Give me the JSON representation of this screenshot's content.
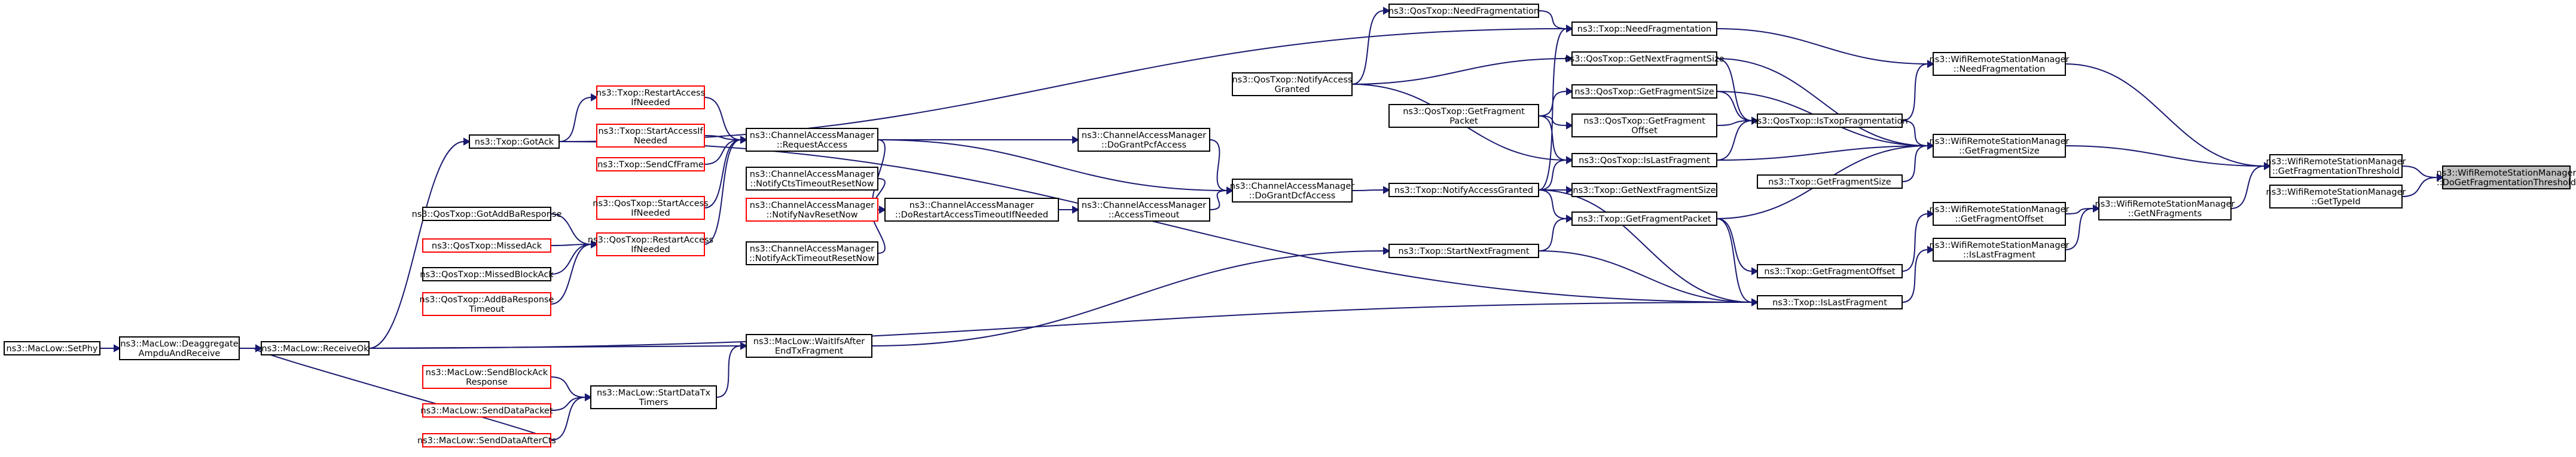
{
  "diagram": {
    "type": "call-graph",
    "focus_node": "n_focus",
    "colors": {
      "edge": "#191970",
      "box_border": "#000000",
      "external_border": "#ff0000",
      "focus_fill": "#bfbfbf",
      "background": "#ffffff"
    },
    "nodes": [
      {
        "id": "n_focus",
        "lines": [
          "ns3::WifiRemoteStationManager",
          "::DoGetFragmentationThreshold"
        ],
        "style": "focus"
      },
      {
        "id": "n_getfragthresh",
        "lines": [
          "ns3::WifiRemoteStationManager",
          "::GetFragmentationThreshold"
        ],
        "style": "normal"
      },
      {
        "id": "n_gettypeid",
        "lines": [
          "ns3::WifiRemoteStationManager",
          "::GetTypeId"
        ],
        "style": "normal"
      },
      {
        "id": "n_wrsm_needfrag",
        "lines": [
          "ns3::WifiRemoteStationManager",
          "::NeedFragmentation"
        ],
        "style": "normal"
      },
      {
        "id": "n_wrsm_getfragsize",
        "lines": [
          "ns3::WifiRemoteStationManager",
          "::GetFragmentSize"
        ],
        "style": "normal"
      },
      {
        "id": "n_wrsm_getfragoffset",
        "lines": [
          "ns3::WifiRemoteStationManager",
          "::GetFragmentOffset"
        ],
        "style": "normal"
      },
      {
        "id": "n_wrsm_getnfrag",
        "lines": [
          "ns3::WifiRemoteStationManager",
          "::GetNFragments"
        ],
        "style": "normal"
      },
      {
        "id": "n_wrsm_islastfrag",
        "lines": [
          "ns3::WifiRemoteStationManager",
          "::IsLastFragment"
        ],
        "style": "normal"
      },
      {
        "id": "n_q_needfrag",
        "lines": [
          "ns3::QosTxop::NeedFragmentation"
        ],
        "style": "normal"
      },
      {
        "id": "n_t_needfrag",
        "lines": [
          "ns3::Txop::NeedFragmentation"
        ],
        "style": "normal"
      },
      {
        "id": "n_q_getnextfragsize",
        "lines": [
          "ns3::QosTxop::GetNextFragmentSize"
        ],
        "style": "normal"
      },
      {
        "id": "n_q_getfragsize",
        "lines": [
          "ns3::QosTxop::GetFragmentSize"
        ],
        "style": "normal"
      },
      {
        "id": "n_q_getfragoffset",
        "lines": [
          "ns3::QosTxop::GetFragment",
          "Offset"
        ],
        "style": "normal"
      },
      {
        "id": "n_q_istxopfrag",
        "lines": [
          "ns3::QosTxop::IsTxopFragmentation"
        ],
        "style": "normal"
      },
      {
        "id": "n_q_islastfrag",
        "lines": [
          "ns3::QosTxop::IsLastFragment"
        ],
        "style": "normal"
      },
      {
        "id": "n_t_getfragsize",
        "lines": [
          "ns3::Txop::GetFragmentSize"
        ],
        "style": "normal"
      },
      {
        "id": "n_t_getnextfragsize",
        "lines": [
          "ns3::Txop::GetNextFragmentSize"
        ],
        "style": "normal"
      },
      {
        "id": "n_t_getfragpacket",
        "lines": [
          "ns3::Txop::GetFragmentPacket"
        ],
        "style": "normal"
      },
      {
        "id": "n_t_getfragoffset",
        "lines": [
          "ns3::Txop::GetFragmentOffset"
        ],
        "style": "normal"
      },
      {
        "id": "n_t_islastfrag",
        "lines": [
          "ns3::Txop::IsLastFragment"
        ],
        "style": "normal"
      },
      {
        "id": "n_q_notifyaccess",
        "lines": [
          "ns3::QosTxop::NotifyAccess",
          "Granted"
        ],
        "style": "normal"
      },
      {
        "id": "n_q_getfragpacket",
        "lines": [
          "ns3::QosTxop::GetFragment",
          "Packet"
        ],
        "style": "normal"
      },
      {
        "id": "n_t_notifyaccess",
        "lines": [
          "ns3::Txop::NotifyAccessGranted"
        ],
        "style": "normal"
      },
      {
        "id": "n_t_startnextfrag",
        "lines": [
          "ns3::Txop::StartNextFragment"
        ],
        "style": "normal"
      },
      {
        "id": "n_cam_dograntpcf",
        "lines": [
          "ns3::ChannelAccessManager",
          "::DoGrantPcfAccess"
        ],
        "style": "normal"
      },
      {
        "id": "n_cam_dograntdcf",
        "lines": [
          "ns3::ChannelAccessManager",
          "::DoGrantDcfAccess"
        ],
        "style": "normal"
      },
      {
        "id": "n_cam_accesstimeout",
        "lines": [
          "ns3::ChannelAccessManager",
          "::AccessTimeout"
        ],
        "style": "normal"
      },
      {
        "id": "n_cam_dorestart",
        "lines": [
          "ns3::ChannelAccessManager",
          "::DoRestartAccessTimeoutIfNeeded"
        ],
        "style": "normal"
      },
      {
        "id": "n_cam_requestaccess",
        "lines": [
          "ns3::ChannelAccessManager",
          "::RequestAccess"
        ],
        "style": "normal"
      },
      {
        "id": "n_cam_notifycts",
        "lines": [
          "ns3::ChannelAccessManager",
          "::NotifyCtsTimeoutResetNow"
        ],
        "style": "normal"
      },
      {
        "id": "n_cam_notifynav",
        "lines": [
          "ns3::ChannelAccessManager",
          "::NotifyNavResetNow"
        ],
        "style": "external"
      },
      {
        "id": "n_cam_notifyack",
        "lines": [
          "ns3::ChannelAccessManager",
          "::NotifyAckTimeoutResetNow"
        ],
        "style": "normal"
      },
      {
        "id": "n_t_restartaccess",
        "lines": [
          "ns3::Txop::RestartAccess",
          "IfNeeded"
        ],
        "style": "external"
      },
      {
        "id": "n_t_startaccess",
        "lines": [
          "ns3::Txop::StartAccessIf",
          "Needed"
        ],
        "style": "external"
      },
      {
        "id": "n_t_sendcfframe",
        "lines": [
          "ns3::Txop::SendCfFrame"
        ],
        "style": "external"
      },
      {
        "id": "n_q_startaccess",
        "lines": [
          "ns3::QosTxop::StartAccess",
          "IfNeeded"
        ],
        "style": "external"
      },
      {
        "id": "n_q_restartaccess",
        "lines": [
          "ns3::QosTxop::RestartAccess",
          "IfNeeded"
        ],
        "style": "external"
      },
      {
        "id": "n_t_gotack",
        "lines": [
          "ns3::Txop::GotAck"
        ],
        "style": "normal"
      },
      {
        "id": "n_q_gotaddba",
        "lines": [
          "ns3::QosTxop::GotAddBaResponse"
        ],
        "style": "normal"
      },
      {
        "id": "n_q_missedack",
        "lines": [
          "ns3::QosTxop::MissedAck"
        ],
        "style": "external"
      },
      {
        "id": "n_q_missedblockack",
        "lines": [
          "ns3::QosTxop::MissedBlockAck"
        ],
        "style": "normal"
      },
      {
        "id": "n_q_addbatimeout",
        "lines": [
          "ns3::QosTxop::AddBaResponse",
          "Timeout"
        ],
        "style": "external"
      },
      {
        "id": "n_ml_setphy",
        "lines": [
          "ns3::MacLow::SetPhy"
        ],
        "style": "normal"
      },
      {
        "id": "n_ml_deaggregate",
        "lines": [
          "ns3::MacLow::Deaggregate",
          "AmpduAndReceive"
        ],
        "style": "normal"
      },
      {
        "id": "n_ml_receiveok",
        "lines": [
          "ns3::MacLow::ReceiveOk"
        ],
        "style": "normal"
      },
      {
        "id": "n_ml_waitifs",
        "lines": [
          "ns3::MacLow::WaitIfsAfter",
          "EndTxFragment"
        ],
        "style": "normal"
      },
      {
        "id": "n_ml_startdatatx",
        "lines": [
          "ns3::MacLow::StartDataTx",
          "Timers"
        ],
        "style": "normal"
      },
      {
        "id": "n_ml_sendblockack",
        "lines": [
          "ns3::MacLow::SendBlockAck",
          "Response"
        ],
        "style": "external"
      },
      {
        "id": "n_ml_senddatapacket",
        "lines": [
          "ns3::MacLow::SendDataPacket"
        ],
        "style": "external"
      },
      {
        "id": "n_ml_senddataafterrts",
        "lines": [
          "ns3::MacLow::SendDataAfterCts"
        ],
        "style": "external"
      }
    ]
  }
}
